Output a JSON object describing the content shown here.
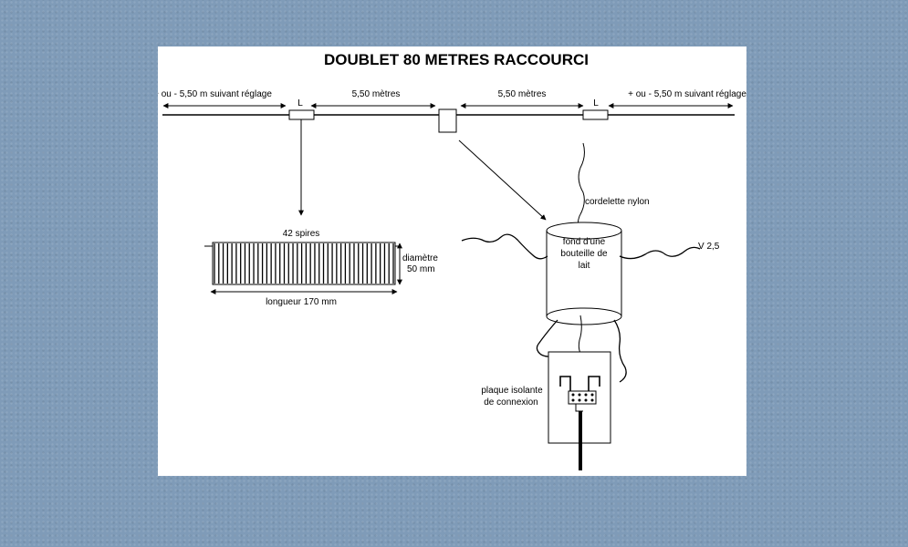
{
  "diagram": {
    "title": "DOUBLET 80 METRES RACCOURCI",
    "labels": {
      "left_adjust": "+ ou - 5,50 m suivant réglage",
      "right_adjust": "+ ou - 5,50 m suivant réglage",
      "left_center": "5,50 mètres",
      "right_center": "5,50 mètres",
      "coil_left": "L",
      "coil_right": "L",
      "turns": "42 spires",
      "diameter_1": "diamètre",
      "diameter_2": "50 mm",
      "length": "longueur 170 mm",
      "cord": "cordelette nylon",
      "bottle_1": "fond d'une",
      "bottle_2": "bouteille de",
      "bottle_3": "lait",
      "cable": "V 2,5",
      "plate_1": "plaque isolante",
      "plate_2": "de connexion"
    }
  }
}
